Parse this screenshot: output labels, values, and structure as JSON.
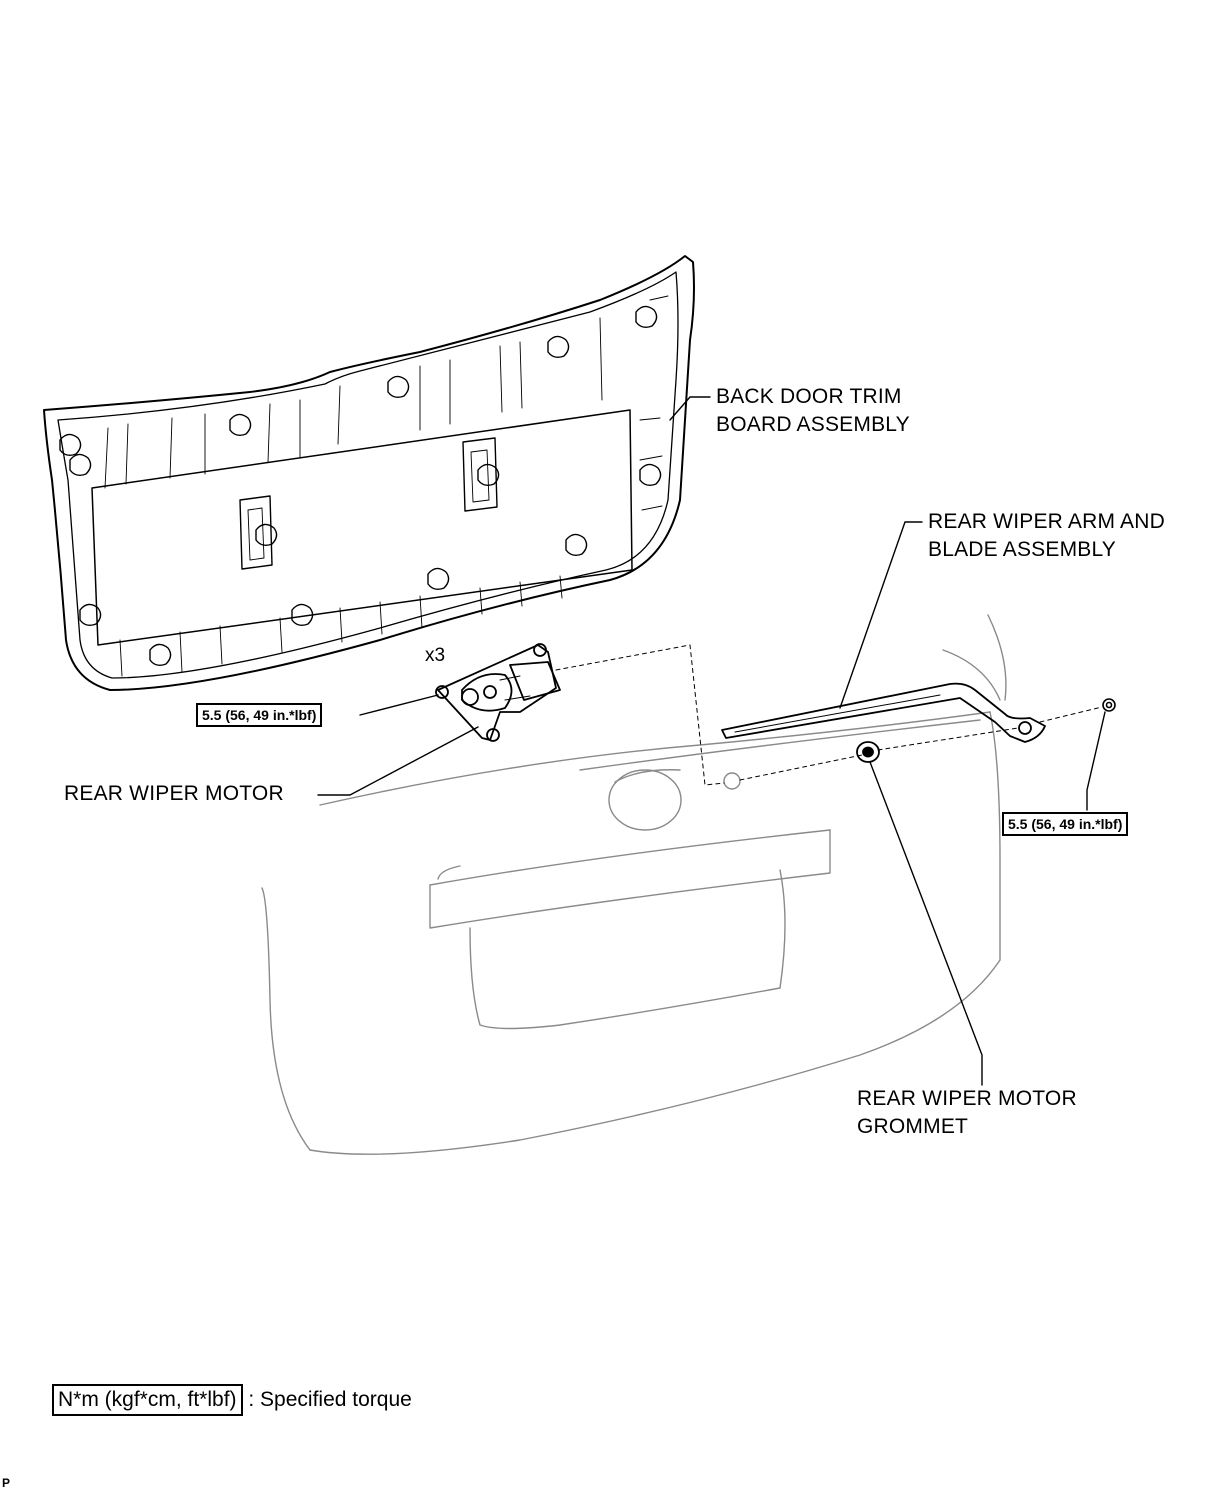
{
  "labels": {
    "back_door_trim_1": "BACK DOOR TRIM",
    "back_door_trim_2": "BOARD ASSEMBLY",
    "wiper_arm_1": "REAR WIPER ARM AND",
    "wiper_arm_2": "BLADE ASSEMBLY",
    "wiper_motor": "REAR WIPER MOTOR",
    "grommet_1": "REAR WIPER MOTOR",
    "grommet_2": "GROMMET"
  },
  "torque": {
    "motor": "5.5 (56, 49 in.*lbf)",
    "arm": "5.5 (56, 49 in.*lbf)"
  },
  "quantity": "x3",
  "legend": {
    "box": "N*m (kgf*cm, ft*lbf)",
    "text": ": Specified torque"
  },
  "corner_code": "P"
}
